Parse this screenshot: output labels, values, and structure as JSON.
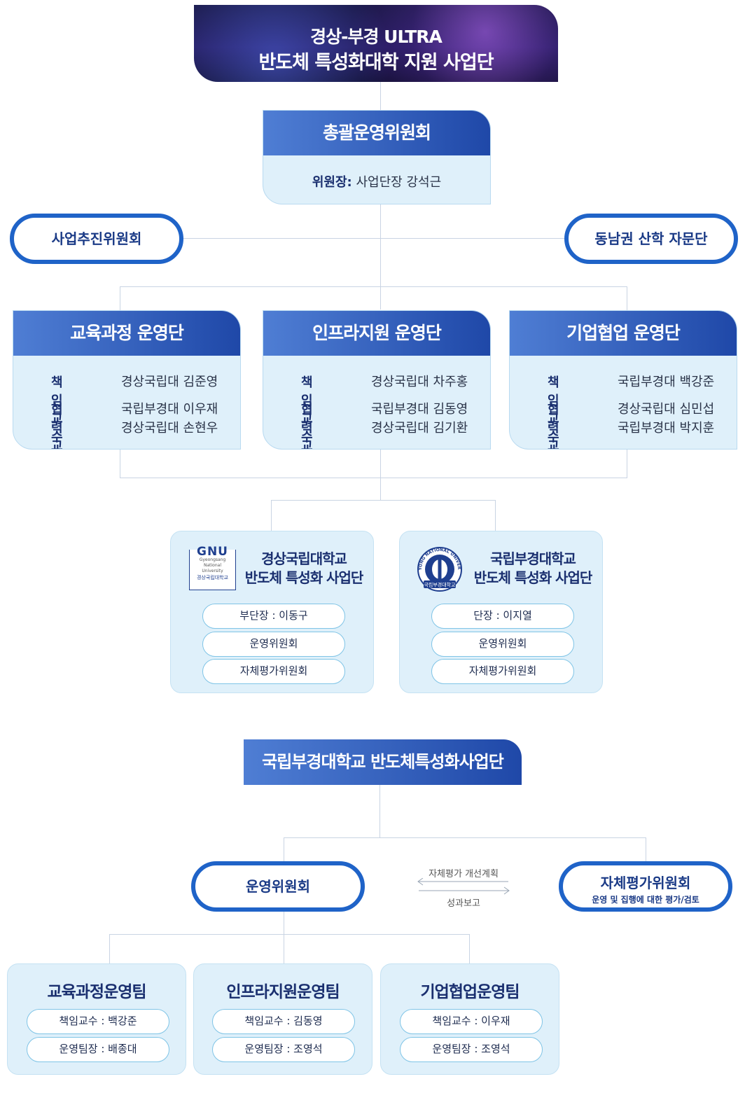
{
  "top": {
    "line1": "경상-부경 ULTRA",
    "line2": "반도체 특성화대학 지원 사업단"
  },
  "steering": {
    "title": "총괄운영위원회",
    "chair_label": "위원장:",
    "chair_value": "사업단장 강석근"
  },
  "promotion_committee": "사업추진위원회",
  "advisory_group": "동남권 산학 자문단",
  "groups": [
    {
      "title": "교육과정 운영단",
      "lead_label": "책임교수",
      "lead": "경상국립대 김준영",
      "coop_label": "협력교수",
      "coop1": "국립부경대 이우재",
      "coop2": "경상국립대 손현우"
    },
    {
      "title": "인프라지원 운영단",
      "lead_label": "책임교수",
      "lead": "경상국립대 차주홍",
      "coop_label": "협력교수",
      "coop1": "국립부경대 김동영",
      "coop2": "경상국립대 김기환"
    },
    {
      "title": "기업협업 운영단",
      "lead_label": "책임교수",
      "lead": "국립부경대 백강준",
      "coop_label": "협력교수",
      "coop1": "경상국립대 심민섭",
      "coop2": "국립부경대 박지훈"
    }
  ],
  "universities": [
    {
      "name1": "경상국립대학교",
      "name2": "반도체 특성화 사업단",
      "logo": {
        "mark": "GNU",
        "en1": "Gyeongsang",
        "en2": "National",
        "en3": "University",
        "kr": "경상국립대학교"
      },
      "items": [
        "부단장 : 이동구",
        "운영위원회",
        "자체평가위원회"
      ]
    },
    {
      "name1": "국립부경대학교",
      "name2": "반도체 특성화 사업단",
      "logo": {
        "ring": "PUKYONG NATIONAL UNIVERSITY",
        "kr": "국립부경대학교"
      },
      "items": [
        "단장 : 이지열",
        "운영위원회",
        "자체평가위원회"
      ]
    }
  ],
  "pknu": {
    "title": "국립부경대학교 반도체특성화사업단",
    "committee": "운영위원회",
    "arrow_top": "자체평가 개선계획",
    "arrow_bottom": "성과보고",
    "selfeval_title": "자체평가위원회",
    "selfeval_sub": "운영 및 집행에 대한 평가/검토",
    "teams": [
      {
        "title": "교육과정운영팀",
        "items": [
          "책임교수 : 백강준",
          "운영팀장 : 배종대"
        ]
      },
      {
        "title": "인프라지원운영팀",
        "items": [
          "책임교수 : 김동영",
          "운영팀장 : 조영석"
        ]
      },
      {
        "title": "기업협업운영팀",
        "items": [
          "책임교수 : 이우재",
          "운영팀장 : 조영석"
        ]
      }
    ]
  },
  "colors": {
    "accent": "#1f63c8",
    "header_dark": "#1f48a8",
    "light_bg": "#dff0fa"
  }
}
